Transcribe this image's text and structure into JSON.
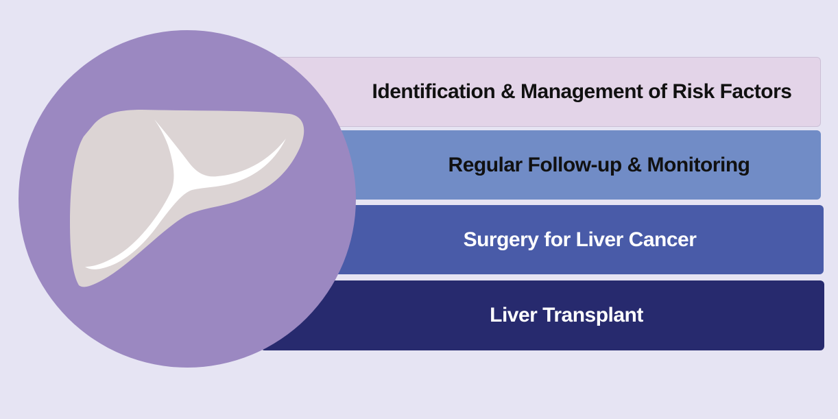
{
  "diagram": {
    "type": "stacked-list-infographic",
    "icon": "liver-icon",
    "colors": {
      "background": "#e6e4f3",
      "circle": "#9b88c1",
      "liver": "#dcd4d4",
      "liver_highlight": "#ffffff"
    },
    "items": [
      {
        "label": "Identification & Management of Risk Factors",
        "color": "#e3d4e8",
        "text_color": "#111111"
      },
      {
        "label": "Regular Follow-up & Monitoring",
        "color": "#718cc6",
        "text_color": "#111111"
      },
      {
        "label": "Surgery for Liver Cancer",
        "color": "#495ba8",
        "text_color": "#ffffff"
      },
      {
        "label": "Liver Transplant",
        "color": "#272a6e",
        "text_color": "#ffffff"
      }
    ]
  }
}
